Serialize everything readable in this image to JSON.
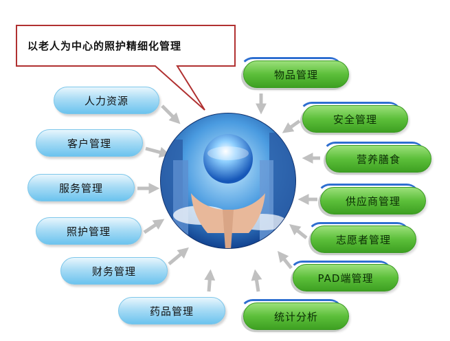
{
  "callout": {
    "text": "以老人为中心的照护精细化管理"
  },
  "left_modules": [
    {
      "label": "人力资源"
    },
    {
      "label": "客户管理"
    },
    {
      "label": "服务管理"
    },
    {
      "label": "照护管理"
    },
    {
      "label": "财务管理"
    },
    {
      "label": "药品管理"
    }
  ],
  "right_modules": [
    {
      "label": "物品管理"
    },
    {
      "label": "安全管理"
    },
    {
      "label": "营养膳食"
    },
    {
      "label": "供应商管理"
    },
    {
      "label": "志愿者管理"
    },
    {
      "label": "PAD端管理"
    },
    {
      "label": "统计分析"
    }
  ],
  "colors": {
    "blue_module": "#6cc3ee",
    "green_module": "#4cae2c",
    "callout_border": "#b03030",
    "arrow": "#bfbfbf"
  },
  "icons": {
    "center": "hands-holding-globe-icon"
  }
}
